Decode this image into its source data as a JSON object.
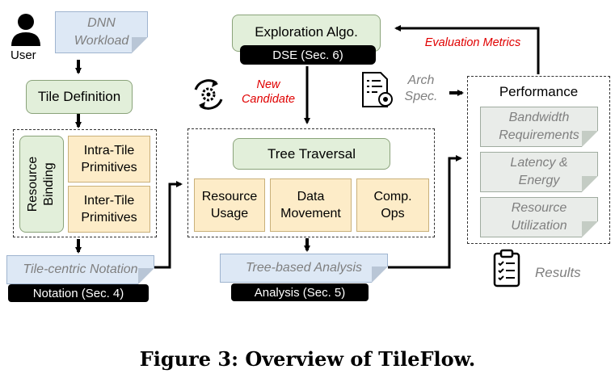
{
  "user_label": "User",
  "dnn_workload": "DNN\nWorkload",
  "tile_definition": "Tile Definition",
  "resource_binding": "Resource\nBinding",
  "intra_tile": "Intra-Tile\nPrimitives",
  "inter_tile": "Inter-Tile\nPrimitives",
  "tile_centric_notation": "Tile-centric Notation",
  "notation_sec": "Notation (Sec. 4)",
  "exploration_algo": "Exploration Algo.",
  "dse_sec": "DSE (Sec. 6)",
  "new_candidate": "New\nCandidate",
  "evaluation_metrics": "Evaluation Metrics",
  "tree_traversal": "Tree Traversal",
  "resource_usage": "Resource\nUsage",
  "data_movement": "Data\nMovement",
  "comp_ops": "Comp.\nOps",
  "tree_based_analysis": "Tree-based Analysis",
  "analysis_sec": "Analysis (Sec. 5)",
  "arch_spec": "Arch\nSpec.",
  "performance": "Performance",
  "bandwidth": "Bandwidth\nRequirements",
  "latency": "Latency &\nEnergy",
  "resource_utilization": "Resource\nUtilization",
  "results": "Results",
  "caption": "Figure 3: Overview of TileFlow."
}
